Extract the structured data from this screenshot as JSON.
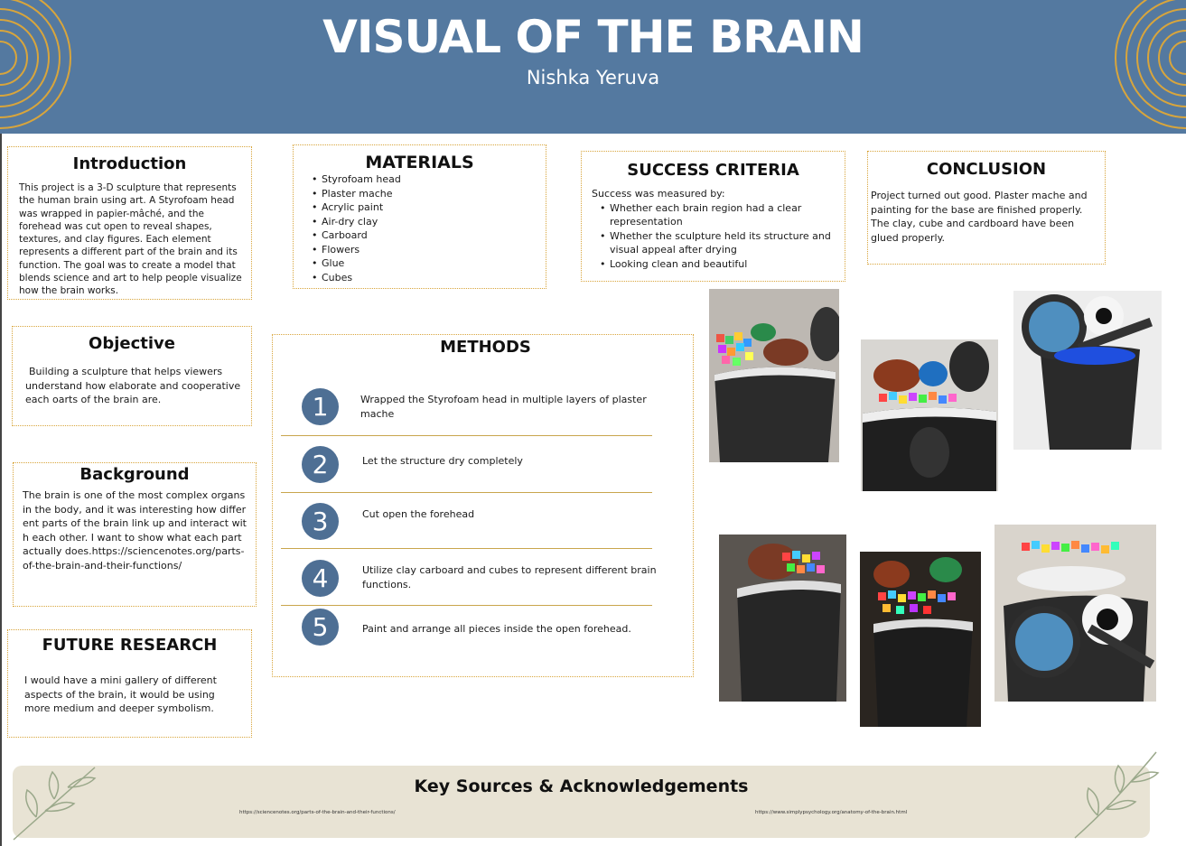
{
  "header": {
    "title": "VISUAL OF THE BRAIN",
    "author": "Nishka Yeruva",
    "background_color": "#5479a0",
    "accent_color": "#d8a53c"
  },
  "introduction": {
    "heading": "Introduction",
    "body": "This project is a 3-D sculpture that represents the human brain using art. A Styrofoam head was wrapped in papier-mâché, and the forehead was cut open to reveal shapes, textures, and clay figures. Each element represents a different part of the brain and its function. The goal was to create a model that blends science and art to help people visualize how the brain works."
  },
  "materials": {
    "heading": "MATERIALS",
    "items": [
      "Styrofoam head",
      "Plaster mache",
      "Acrylic paint",
      "Air-dry clay",
      "Carboard",
      "Flowers",
      "Glue",
      "Cubes"
    ]
  },
  "success_criteria": {
    "heading": "SUCCESS CRITERIA",
    "intro": "Success was measured by:",
    "items": [
      "Whether each brain region had a clear representation",
      "Whether the sculpture held its structure and visual appeal after drying",
      "Looking clean and beautiful"
    ]
  },
  "conclusion": {
    "heading": "CONCLUSION",
    "body": "Project turned out good. Plaster mache and painting for the base are finished properly. The clay, cube and cardboard have been glued properly."
  },
  "objective": {
    "heading": "Objective",
    "body": "Building a sculpture that helps viewers understand how elaborate and cooperative each oarts of the brain are."
  },
  "background": {
    "heading": "Background",
    "body": "The brain is one of the most complex organs in the body, and it was interesting how different parts of the brain link up and interact with each other. I want to show what each part actually does.https://sciencenotes.org/parts-of-the-brain-and-their-functions/"
  },
  "future_research": {
    "heading": "FUTURE RESEARCH",
    "body": "I would have a mini gallery of different aspects of the brain, it would be using more medium and deeper symbolism."
  },
  "methods": {
    "heading": "METHODS",
    "steps": [
      {
        "number": "1",
        "text": "Wrapped the Styrofoam head in multiple layers of plaster mache"
      },
      {
        "number": "2",
        "text": "Let the structure dry completely"
      },
      {
        "number": "3",
        "text": "Cut open the forehead"
      },
      {
        "number": "4",
        "text": "Utilize clay carboard and cubes to represent different brain functions."
      },
      {
        "number": "5",
        "text": "Paint and arrange all pieces inside the open forehead."
      }
    ]
  },
  "footer": {
    "heading": "Key Sources & Acknowledgements",
    "sources": [
      "https://sciencenotes.org/parts-of-the-brain-and-their-functions/",
      "https://www.simplypsychology.org/anatomy-of-the-brain.html"
    ]
  }
}
